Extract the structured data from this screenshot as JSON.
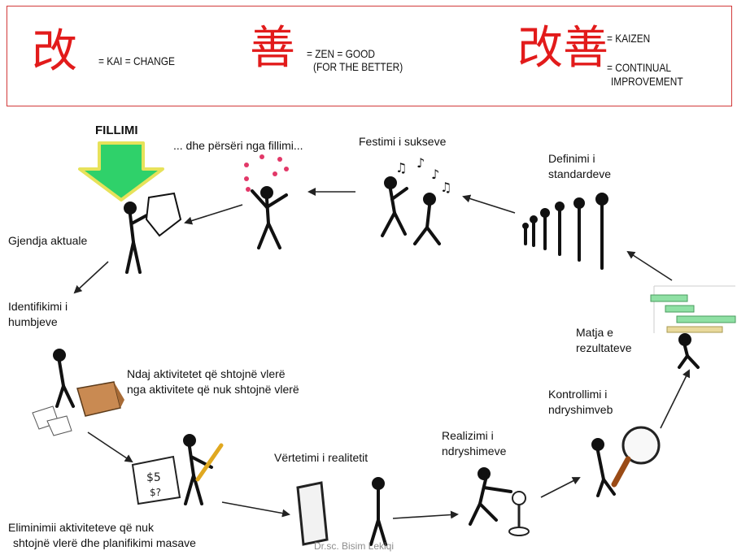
{
  "header": {
    "kai_char": "改",
    "kai_text": "= KAI = CHANGE",
    "zen_char": "善",
    "zen_text_1": "= ZEN = GOOD",
    "zen_text_2": "(FOR THE BETTER)",
    "kaizen_chars": "改善",
    "kaizen_text_1": "= KAIZEN",
    "kaizen_text_2": "= CONTINUAL",
    "kaizen_text_3": "IMPROVEMENT"
  },
  "cycle": {
    "start_label": "FILLIMI",
    "steps": {
      "current_state": "Gjendja aktuale",
      "identify_line1": "Identifikimi i",
      "identify_line2": "humbjeve",
      "separate_line1": "Ndaj aktivitetet që shtojnë vlerë",
      "separate_line2": "nga aktivitete që nuk shtojnë vlerë",
      "eliminate_line1": "Eliminimii aktiviteteve që nuk",
      "eliminate_line2": "shtojnë vlerë dhe planifikimi masave",
      "verify": "Vërtetimi i realitetit",
      "realize_line1": "Realizimi i",
      "realize_line2": "ndryshimeve",
      "control_line1": "Kontrollimi i",
      "control_line2": "ndryshimveb",
      "measure_line1": "Matja e",
      "measure_line2": "rezultateve",
      "standards_line1": "Definimi i",
      "standards_line2": "standardeve",
      "celebrate": "Festimi i sukseve",
      "again": "... dhe përsëri nga fillimi..."
    }
  },
  "footer": {
    "author": "Dr.sc. Bisim Lekiqi"
  },
  "colors": {
    "kanji": "#e21b1b",
    "border": "#d23a3a",
    "start_arrow": "#2fd16a",
    "start_arrow_outline": "#e7e25a",
    "measure_bars": "#8fe0a4"
  }
}
